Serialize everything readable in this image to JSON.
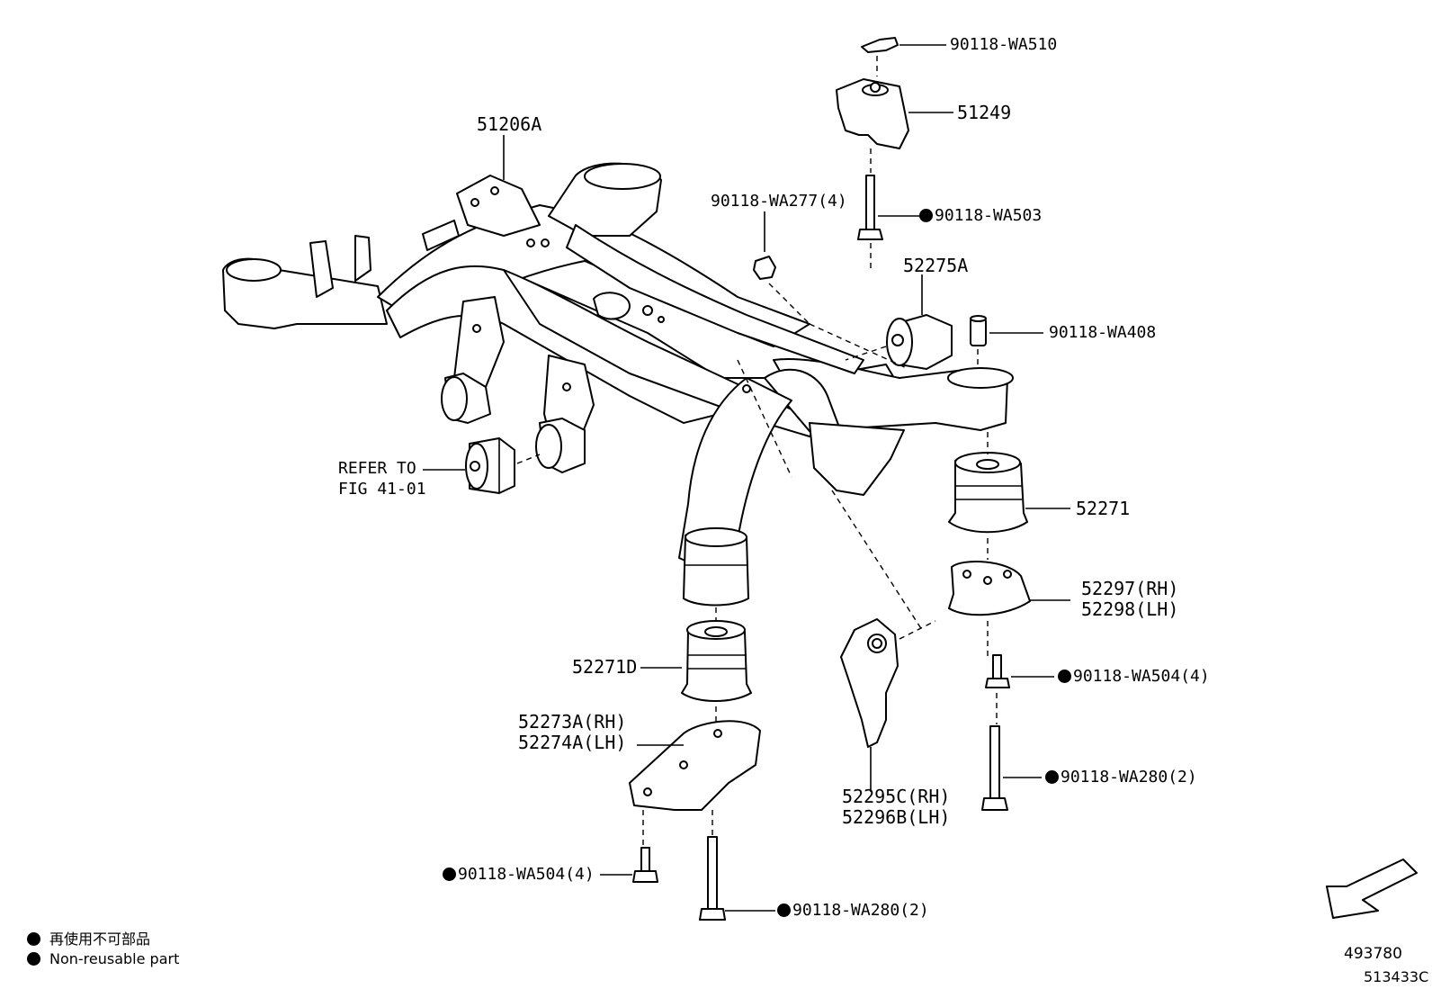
{
  "labels": {
    "p90118_wa510": "90118-WA510",
    "p51249": "51249",
    "p51206a": "51206A",
    "p90118_wa277": "90118-WA277(4)",
    "p90118_wa503": "90118-WA503",
    "p52275a": "52275A",
    "p90118_wa408": "90118-WA408",
    "refer_line1": "REFER TO",
    "refer_line2": "FIG 41-01",
    "p52271": "52271",
    "p52297": "52297(RH)",
    "p52298": "52298(LH)",
    "p52271d": "52271D",
    "p90118_wa504_right": "90118-WA504(4)",
    "p52273a": "52273A(RH)",
    "p52274a": "52274A(LH)",
    "p90118_wa280_right": "90118-WA280(2)",
    "p52295c": "52295C(RH)",
    "p52296b": "52296B(LH)",
    "p90118_wa504_left": "90118-WA504(4)",
    "p90118_wa280_left": "90118-WA280(2)"
  },
  "legend": {
    "line_jp": "再使用不可部品",
    "line_en": "Non-reusable part"
  },
  "codes": {
    "code1": "493780",
    "code2": "513433C"
  }
}
